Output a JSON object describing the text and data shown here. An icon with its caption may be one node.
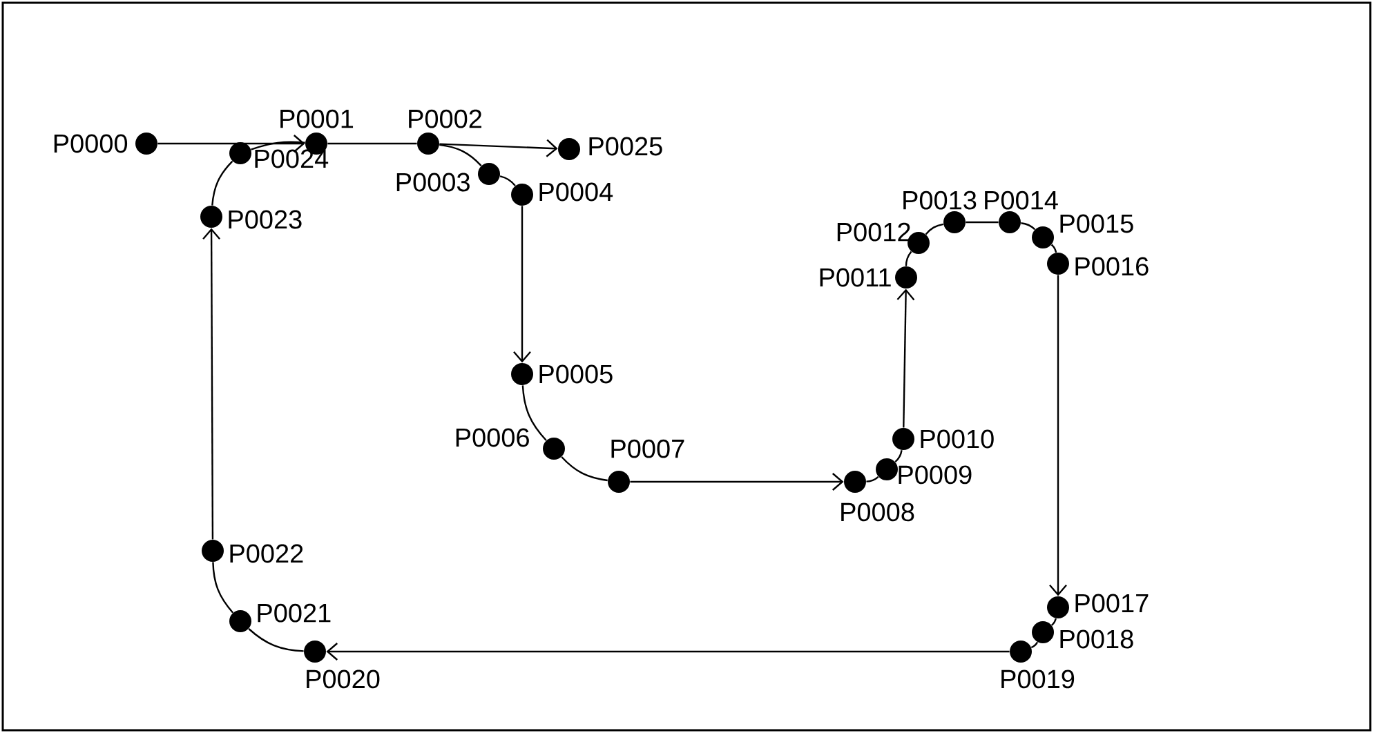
{
  "diagram": {
    "nodes": [
      {
        "text": [],
        "shape": "circle",
        "beside": [
          "P0000"
        ]
      },
      {
        "text": [],
        "shape": "circle",
        "beside": [
          "P0001"
        ]
      },
      {
        "text": [],
        "shape": "circle",
        "beside": [
          "P0002"
        ]
      },
      {
        "text": [],
        "shape": "circle",
        "beside": [
          "P0003"
        ]
      },
      {
        "text": [],
        "shape": "circle",
        "beside": [
          "P0004"
        ]
      },
      {
        "text": [],
        "shape": "circle",
        "beside": [
          "P0005"
        ]
      },
      {
        "text": [],
        "shape": "circle",
        "beside": [
          "P0006"
        ]
      },
      {
        "text": [],
        "shape": "circle",
        "beside": [
          "P0007"
        ]
      },
      {
        "text": [],
        "shape": "circle",
        "beside": [
          "P0008"
        ]
      },
      {
        "text": [],
        "shape": "circle",
        "beside": [
          "P0009"
        ]
      },
      {
        "text": [],
        "shape": "circle",
        "beside": [
          "P0010"
        ]
      },
      {
        "text": [],
        "shape": "circle",
        "beside": [
          "P0011"
        ]
      },
      {
        "text": [],
        "shape": "circle",
        "beside": [
          "P0012"
        ]
      },
      {
        "text": [],
        "shape": "circle",
        "beside": [
          "P0013"
        ]
      },
      {
        "text": [],
        "shape": "circle",
        "beside": [
          "P0014"
        ]
      },
      {
        "text": [],
        "shape": "circle",
        "beside": [
          "P0015"
        ]
      },
      {
        "text": [],
        "shape": "circle",
        "beside": [
          "P0016"
        ]
      },
      {
        "text": [],
        "shape": "circle",
        "beside": [
          "P0017"
        ]
      },
      {
        "text": [],
        "shape": "circle",
        "beside": [
          "P0018"
        ]
      },
      {
        "text": [],
        "shape": "circle",
        "beside": [
          "P0019"
        ]
      },
      {
        "text": [],
        "shape": "circle",
        "beside": [
          "P0020"
        ]
      },
      {
        "text": [],
        "shape": "circle",
        "beside": [
          "P0021"
        ]
      },
      {
        "text": [],
        "shape": "circle",
        "beside": [
          "P0022"
        ]
      },
      {
        "text": [],
        "shape": "circle",
        "beside": [
          "P0023"
        ]
      },
      {
        "text": [],
        "shape": "circle",
        "beside": [
          "P0024"
        ]
      },
      {
        "text": [],
        "shape": "circle",
        "beside": [
          "P0025"
        ]
      }
    ],
    "edges": [
      {
        "from": 0,
        "to": 1,
        "arrow": "to"
      },
      {
        "from": 1,
        "to": 2,
        "arrow": "none"
      },
      {
        "from": 2,
        "to": 25,
        "arrow": "to"
      },
      {
        "from": 2,
        "to": 3,
        "arrow": "none"
      },
      {
        "from": 3,
        "to": 4,
        "arrow": "none"
      },
      {
        "from": 4,
        "to": 5,
        "arrow": "to"
      },
      {
        "from": 5,
        "to": 6,
        "arrow": "none"
      },
      {
        "from": 6,
        "to": 7,
        "arrow": "none"
      },
      {
        "from": 7,
        "to": 8,
        "arrow": "to"
      },
      {
        "from": 8,
        "to": 9,
        "arrow": "none"
      },
      {
        "from": 9,
        "to": 10,
        "arrow": "none"
      },
      {
        "from": 10,
        "to": 11,
        "arrow": "to"
      },
      {
        "from": 11,
        "to": 12,
        "arrow": "none"
      },
      {
        "from": 12,
        "to": 13,
        "arrow": "none"
      },
      {
        "from": 13,
        "to": 14,
        "arrow": "none"
      },
      {
        "from": 14,
        "to": 15,
        "arrow": "none"
      },
      {
        "from": 15,
        "to": 16,
        "arrow": "none"
      },
      {
        "from": 16,
        "to": 17,
        "arrow": "to"
      },
      {
        "from": 17,
        "to": 18,
        "arrow": "none"
      },
      {
        "from": 18,
        "to": 19,
        "arrow": "none"
      },
      {
        "from": 19,
        "to": 20,
        "arrow": "to"
      },
      {
        "from": 20,
        "to": 21,
        "arrow": "none"
      },
      {
        "from": 21,
        "to": 22,
        "arrow": "none"
      },
      {
        "from": 22,
        "to": 23,
        "arrow": "to"
      },
      {
        "from": 23,
        "to": 24,
        "arrow": "none"
      },
      {
        "from": 24,
        "to": 1,
        "arrow": "none"
      }
    ]
  }
}
